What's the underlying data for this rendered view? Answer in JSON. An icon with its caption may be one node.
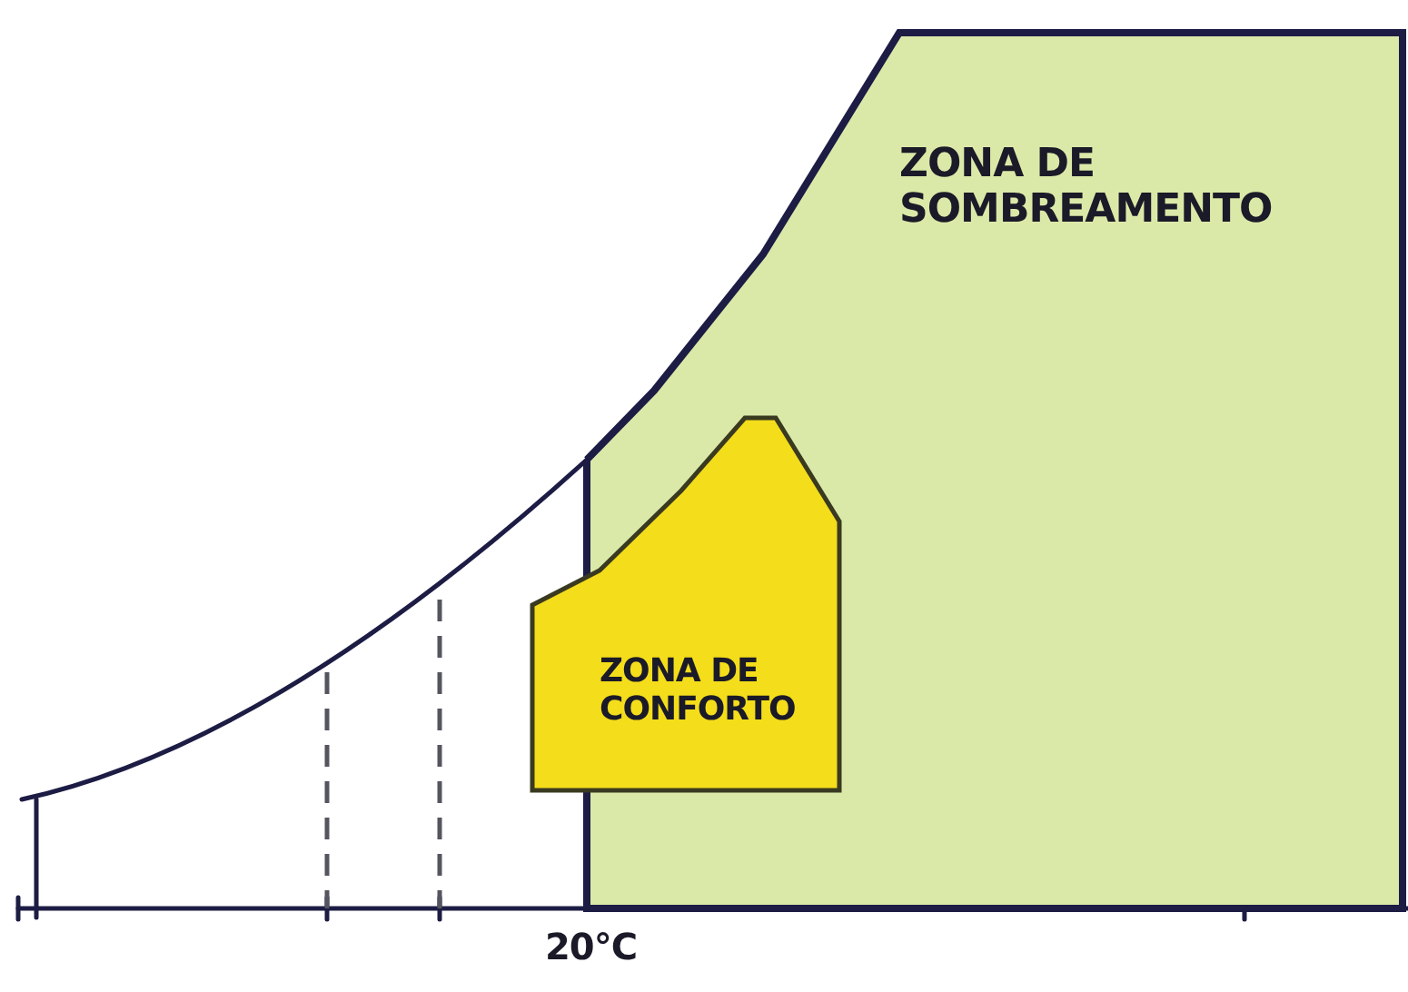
{
  "diagram": {
    "nodes": [
      {
        "text": [
          "ZONA DE SOMBREAMENTO"
        ]
      },
      {
        "text": [
          "ZONA DE CONFORTO"
        ]
      }
    ],
    "labels": [
      "20°C"
    ]
  }
}
